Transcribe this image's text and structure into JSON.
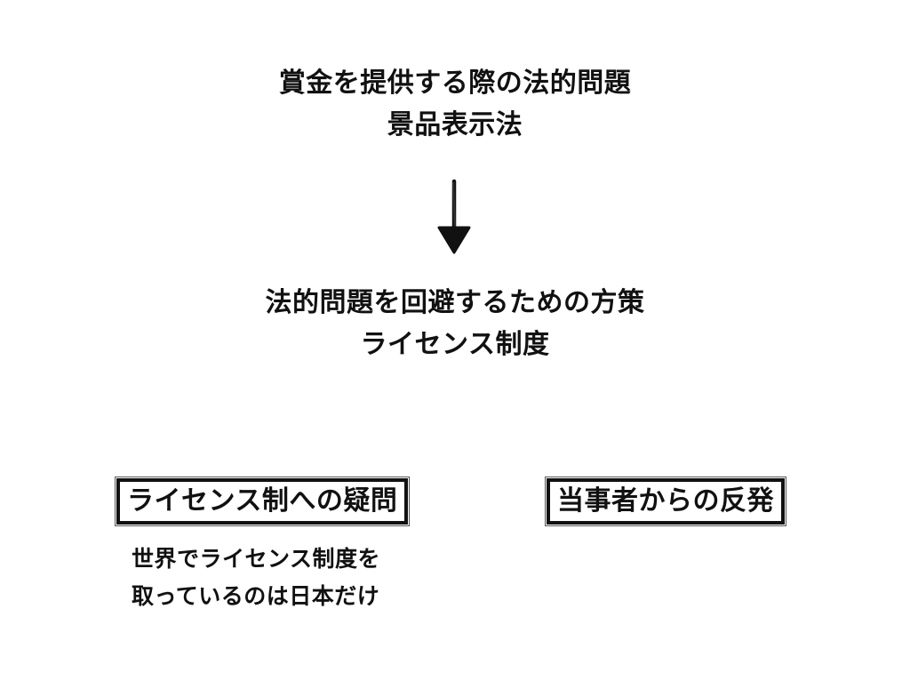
{
  "top": {
    "line1": "賞金を提供する際の法的問題",
    "line2": "景品表示法"
  },
  "middle": {
    "line1": "法的問題を回避するための方策",
    "line2": "ライセンス制度"
  },
  "left_box": {
    "label": "ライセンス制への疑問",
    "note_line1": "世界でライセンス制度を",
    "note_line2": "取っているのは日本だけ"
  },
  "right_box": {
    "label": "当事者からの反発"
  },
  "icons": {
    "arrow": "down-arrow-icon"
  },
  "colors": {
    "ink": "#111111",
    "background": "#ffffff"
  }
}
